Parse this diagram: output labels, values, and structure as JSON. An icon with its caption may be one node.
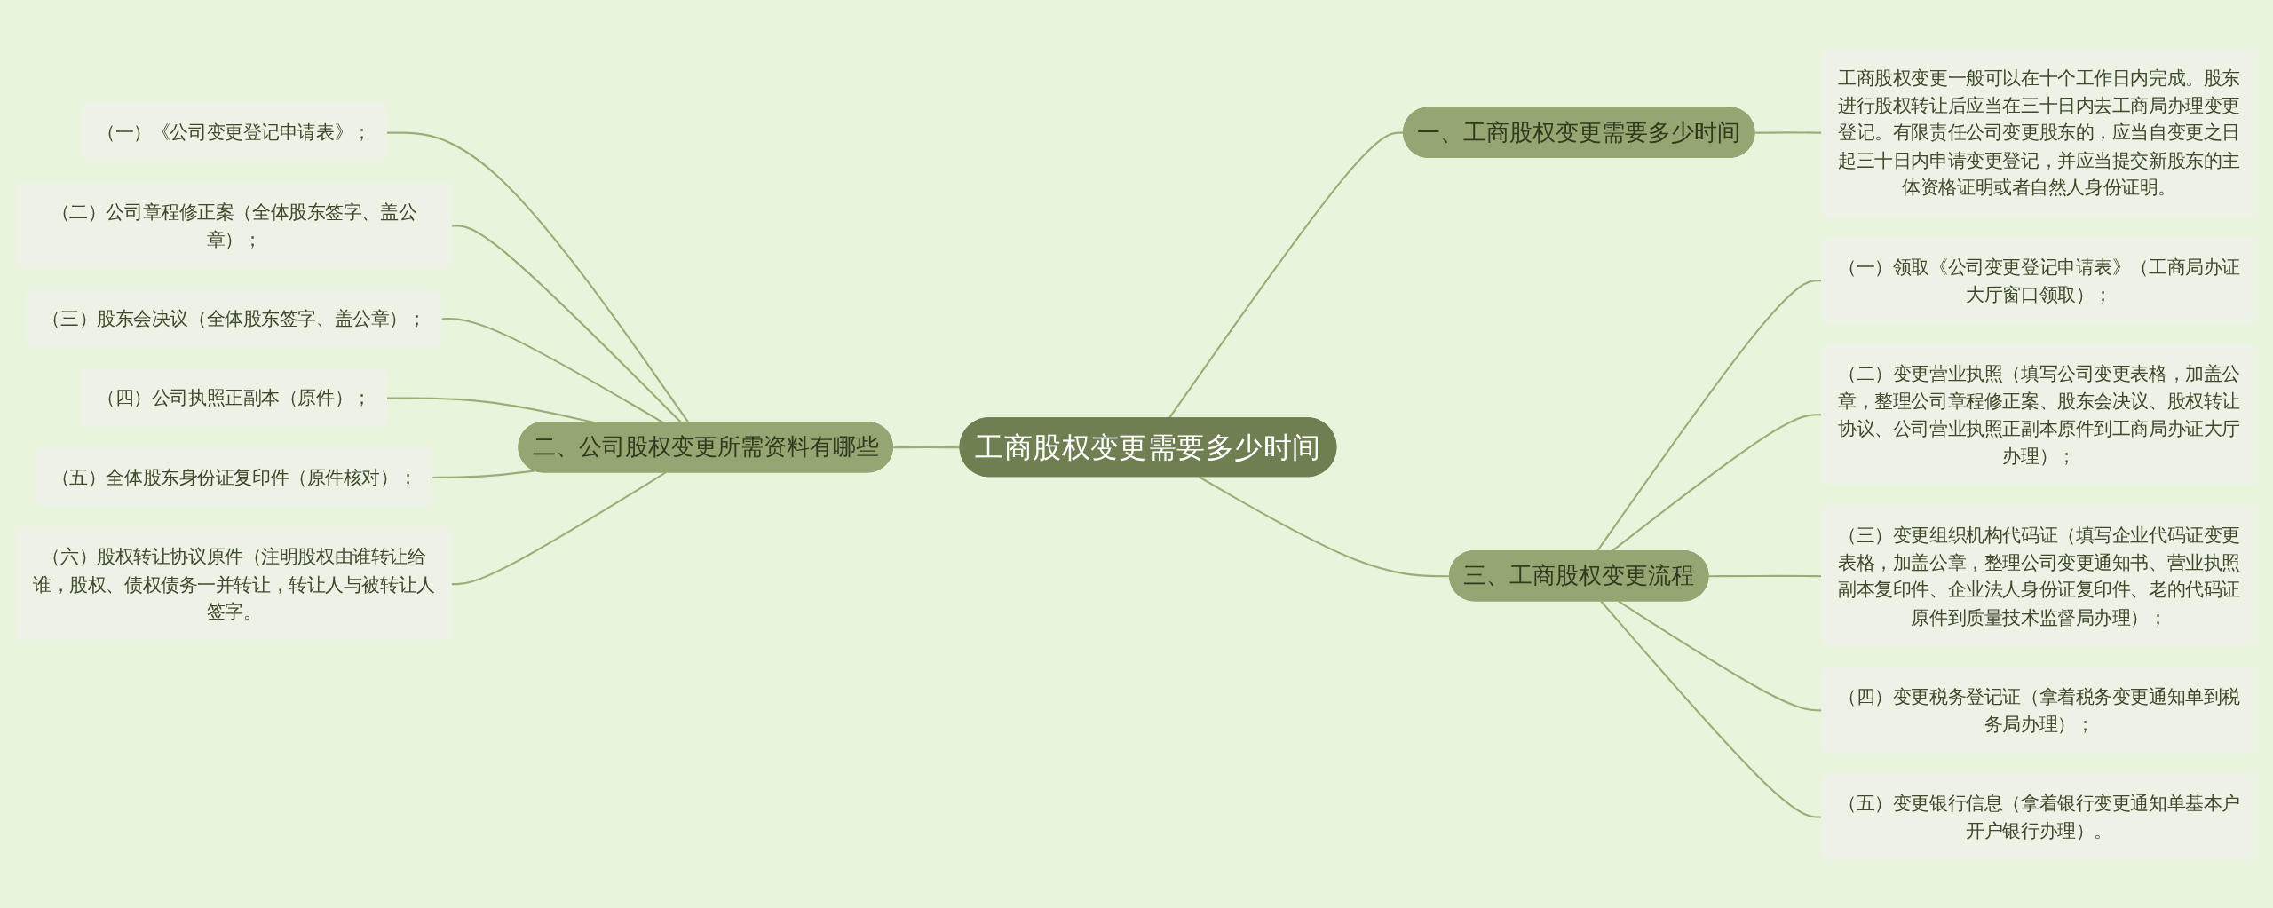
{
  "diagram": {
    "nodes": [
      {
        "text": [
          "工商股权变更需要多少时间"
        ]
      },
      {
        "text": [
          "一、工商股权变更需要多少时间"
        ]
      },
      {
        "text": [
          "工商股权变更一般可以在十个工作日内完成。股东进行股权转让后应当在三十日内去工商局办理变更登记。有限责任公司变更股东的，应当自变更之日起三十日内申请变更登记，并应当提交新股东的主体资格证明或者自然人身份证明。"
        ]
      },
      {
        "text": [
          "二、公司股权变更所需资料有哪些"
        ]
      },
      {
        "text": [
          "（一）《公司变更登记申请表》；"
        ]
      },
      {
        "text": [
          "（二）公司章程修正案（全体股东签字、盖公章）；"
        ]
      },
      {
        "text": [
          "（三）股东会决议（全体股东签字、盖公章）；"
        ]
      },
      {
        "text": [
          "（四）公司执照正副本（原件）；"
        ]
      },
      {
        "text": [
          "（五）全体股东身份证复印件（原件核对）；"
        ]
      },
      {
        "text": [
          "（六）股权转让协议原件（注明股权由谁转让给谁，股权、债权债务一并转让，转让人与被转让人签字。"
        ]
      },
      {
        "text": [
          "三、工商股权变更流程"
        ]
      },
      {
        "text": [
          "（一）领取《公司变更登记申请表》（工商局办证大厅窗口领取）；"
        ]
      },
      {
        "text": [
          "（二）变更营业执照（填写公司变更表格，加盖公章，整理公司章程修正案、股东会决议、股权转让协议、公司营业执照正副本原件到工商局办证大厅办理）；"
        ]
      },
      {
        "text": [
          "（三）变更组织机构代码证（填写企业代码证变更表格，加盖公章，整理公司变更通知书、营业执照副本复印件、企业法人身份证复印件、老的代码证原件到质量技术监督局办理）；"
        ]
      },
      {
        "text": [
          "（四）变更税务登记证（拿着税务变更通知单到税务局办理）；"
        ]
      },
      {
        "text": [
          "（五）变更银行信息（拿着银行变更通知单基本户开户银行办理）。"
        ]
      }
    ],
    "edges": [
      {
        "from": 0,
        "to": 1,
        "arrow": "none"
      },
      {
        "from": 1,
        "to": 2,
        "arrow": "none"
      },
      {
        "from": 3,
        "to": 0,
        "arrow": "none"
      },
      {
        "from": 4,
        "to": 3,
        "arrow": "none"
      },
      {
        "from": 5,
        "to": 3,
        "arrow": "none"
      },
      {
        "from": 6,
        "to": 3,
        "arrow": "none"
      },
      {
        "from": 7,
        "to": 3,
        "arrow": "none"
      },
      {
        "from": 8,
        "to": 3,
        "arrow": "none"
      },
      {
        "from": 9,
        "to": 3,
        "arrow": "none"
      },
      {
        "from": 0,
        "to": 10,
        "arrow": "none"
      },
      {
        "from": 10,
        "to": 11,
        "arrow": "none"
      },
      {
        "from": 10,
        "to": 12,
        "arrow": "none"
      },
      {
        "from": 10,
        "to": 13,
        "arrow": "none"
      },
      {
        "from": 10,
        "to": 14,
        "arrow": "none"
      },
      {
        "from": 10,
        "to": 15,
        "arrow": "none"
      }
    ]
  }
}
